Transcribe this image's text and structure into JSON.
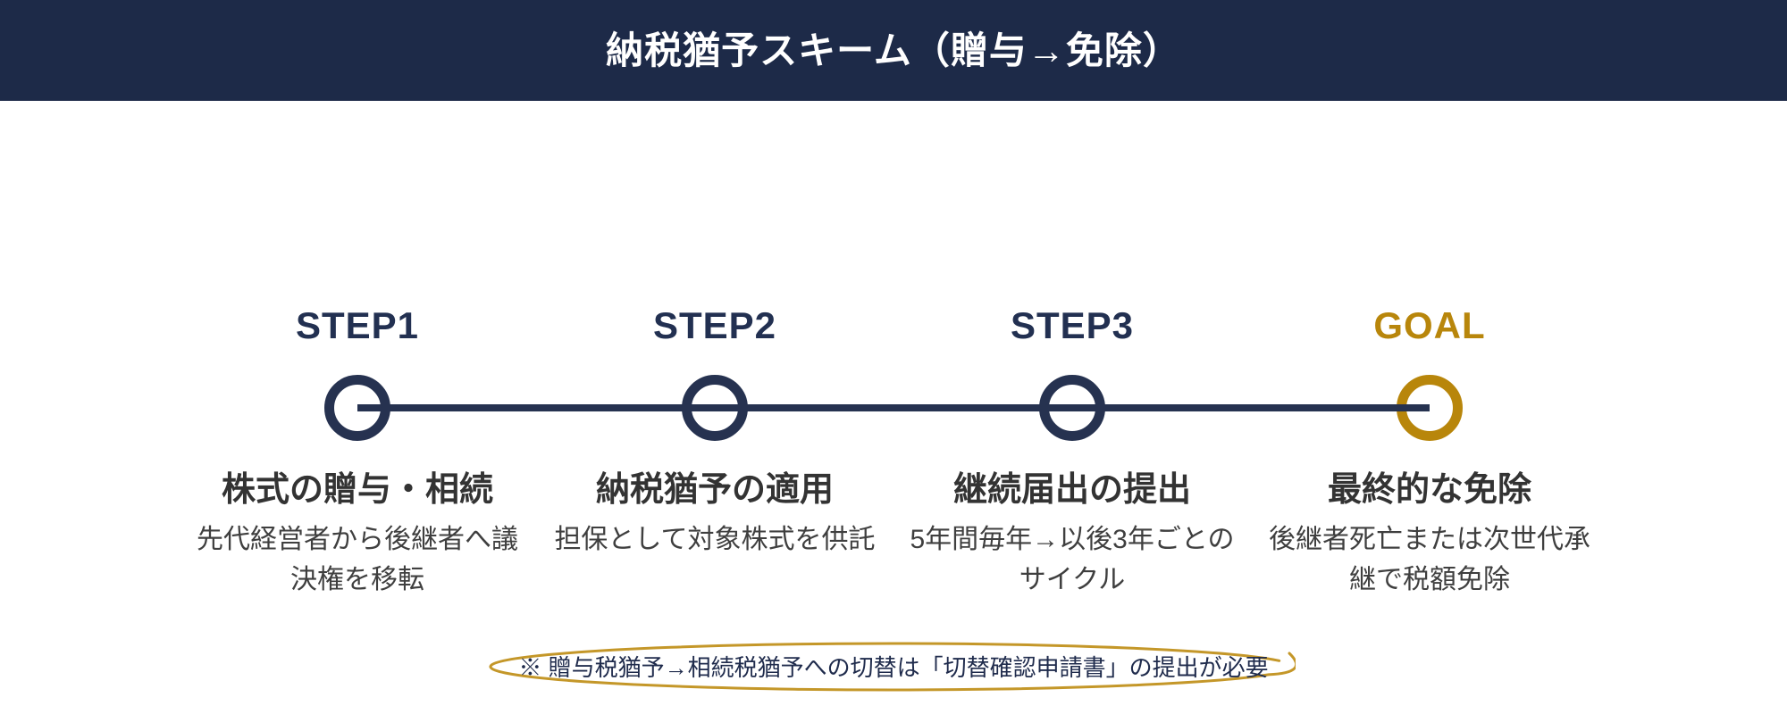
{
  "header": {
    "title": "納税猶予スキーム（贈与→免除）",
    "bg_color": "#1d2a48",
    "text_color": "#ffffff"
  },
  "timeline": {
    "line_color": "#263250",
    "navy_color": "#223051",
    "gold_color": "#b8860b",
    "title_color": "#333333",
    "desc_color": "#3f3f3f",
    "steps": [
      {
        "label": "STEP1",
        "accent": "navy",
        "title": "株式の贈与・相続",
        "description": "先代経営者から後継者へ議決権を移転"
      },
      {
        "label": "STEP2",
        "accent": "navy",
        "title": "納税猶予の適用",
        "description": "担保として対象株式を供託"
      },
      {
        "label": "STEP3",
        "accent": "navy",
        "title": "継続届出の提出",
        "description": "5年間毎年→以後3年ごとのサイクル"
      },
      {
        "label": "GOAL",
        "accent": "gold",
        "title": "最終的な免除",
        "description": "後継者死亡または次世代承継で税額免除"
      }
    ]
  },
  "note": {
    "text": "※ 贈与税猶予→相続税猶予への切替は「切替確認申請書」の提出が必要",
    "text_color": "#1f2b4c",
    "ellipse_color": "#c49729"
  }
}
